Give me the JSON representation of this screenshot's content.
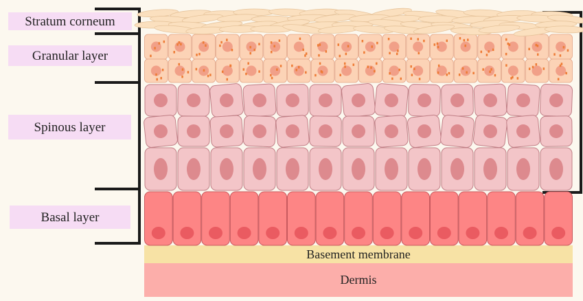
{
  "labels": {
    "stratum_corneum": "Stratum corneum",
    "granular": "Granular layer",
    "spinous": "Spinous layer",
    "basal": "Basal layer",
    "basement_membrane": "Basement membrane",
    "dermis": "Dermis"
  },
  "layers": {
    "stratum_corneum": {
      "rows": 3,
      "shape": "flattened-squames",
      "fill": "#fbe0bf"
    },
    "granular": {
      "rows": 2,
      "columns": 18,
      "fill": "#fcd3b6",
      "nucleus": "#f1a088",
      "granule": "#ee7b35"
    },
    "spinous": {
      "rows": 3,
      "columns": 13,
      "fill": "#f3c5c8",
      "nucleus": "#dd8a8e"
    },
    "basal": {
      "rows": 1,
      "columns": 15,
      "fill": "#fd8585",
      "nucleus": "#ea5b61"
    },
    "basement_membrane": {
      "fill": "#f7e2a5"
    },
    "dermis": {
      "fill": "#fcaeaa"
    }
  },
  "colors": {
    "background": "#fcf8ef",
    "label_box": "#f6dcf4",
    "bracket": "#1a1a1a"
  }
}
